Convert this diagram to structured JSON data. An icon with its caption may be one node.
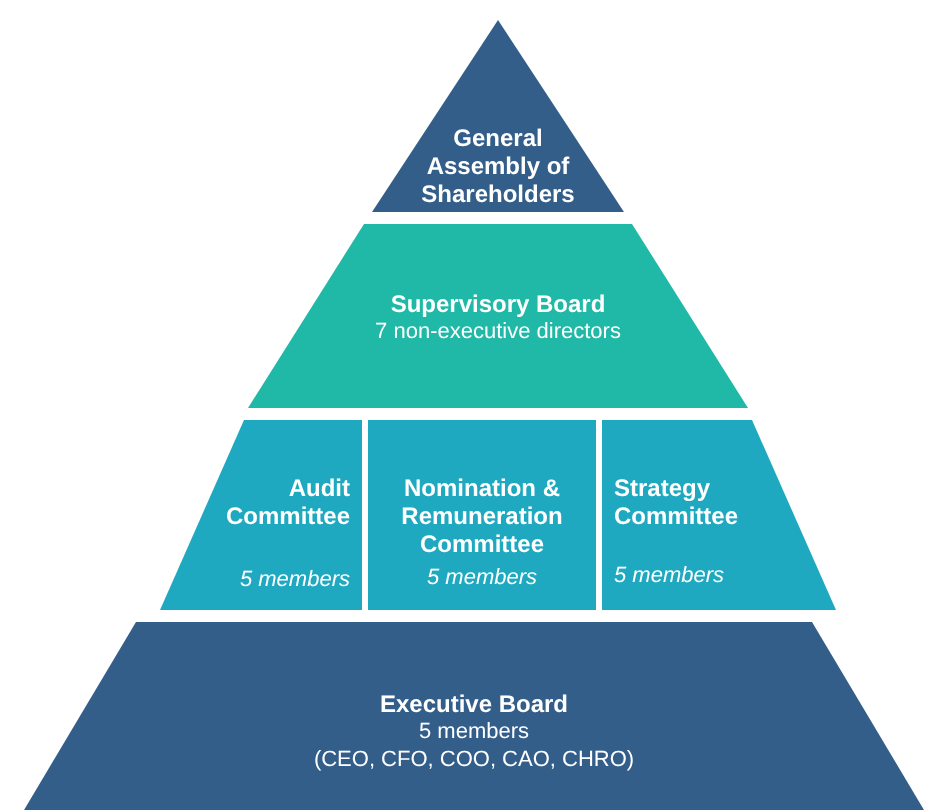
{
  "diagram": {
    "nodes": [
      {
        "text": [
          "General Assembly of Shareholders"
        ]
      },
      {
        "text": [
          "Supervisory Board",
          "7 non-executive directors"
        ]
      },
      {
        "text": [
          "Audit Committee",
          "5 members"
        ]
      },
      {
        "text": [
          "Nomination & Remuneration Committee",
          "5 members"
        ]
      },
      {
        "text": [
          "Strategy Committee",
          "5 members"
        ]
      },
      {
        "text": [
          "Executive Board",
          "5 members",
          "(CEO, CFO, COO, CAO, CHRO)"
        ]
      }
    ]
  }
}
